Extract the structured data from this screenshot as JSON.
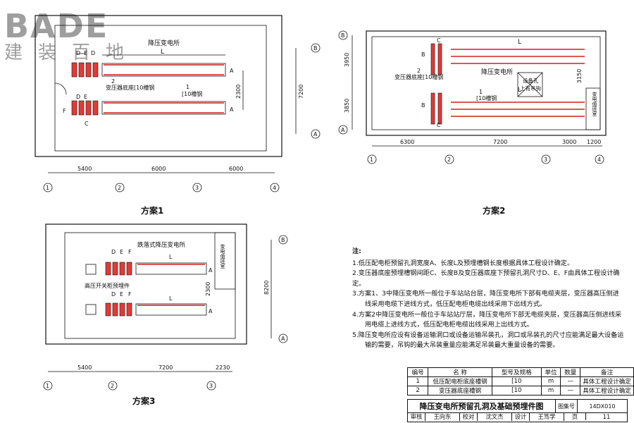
{
  "logo": {
    "brand": "BADE",
    "sub": "建装百地"
  },
  "plan1": {
    "title": "降压变电所",
    "caption": "方案1",
    "dims": [
      "5400",
      "6000",
      "6000"
    ],
    "axes": [
      "1",
      "2",
      "3",
      "4"
    ],
    "row_axes": [
      "B",
      "A"
    ],
    "vdims": [
      "2300",
      "7200"
    ],
    "labels": {
      "L": "L",
      "A": "A",
      "D": "D",
      "E": "E",
      "F": "F",
      "C": "C",
      "callout1_num": "1",
      "callout1_text": "[10槽钢",
      "callout2_num": "2",
      "callout2_text": "变压器底座[10槽钢"
    }
  },
  "plan2": {
    "title": "降压变电所",
    "caption": "方案2",
    "dims": [
      "6300",
      "7200",
      "3000",
      "1200"
    ],
    "axes": [
      "1",
      "2",
      "3",
      "4"
    ],
    "row_axes": [
      "B",
      "A"
    ],
    "vdims": [
      "3950",
      "3850",
      "3150"
    ],
    "equipment": [
      "设备孔",
      "上有吊钩"
    ],
    "side_room": "变电值班室",
    "labels": {
      "L": "L",
      "B": "B",
      "C": "C",
      "callout1_num": "1",
      "callout1_text": "[10槽钢",
      "callout2_num": "2",
      "callout2_text": "变压器底座[10槽钢"
    }
  },
  "plan3": {
    "title": "跌落式降压变电所",
    "caption": "方案3",
    "dims": [
      "5400",
      "7200",
      "2230"
    ],
    "axes": [
      "1",
      "2",
      "3"
    ],
    "row_axes": [
      "B",
      "A"
    ],
    "vdims": [
      "2300",
      "8200"
    ],
    "side_room": "变电值班室",
    "hv_label": "高压开关柜预埋件",
    "labels": {
      "L": "L",
      "A": "A",
      "D": "D",
      "E": "E",
      "F": "F"
    }
  },
  "notes": {
    "title": "注:",
    "items": [
      "1.低压配电柜预留孔洞宽度A、长度L及预埋槽钢长度根据具体工程设计确定。",
      "2.变压器底座预埋槽钢间距C、长度B及变压器底座下预留孔洞尺寸D、E、F由具体工程设计确定。",
      "3.方案1、3中降压变电所一般位于车站站台层，降压变电所下部有电缆夹层，变压器高压侧进",
      "线采用电缆下进线方式，低压配电柜电缆出线采用下出线方式。",
      "4.方案2中降压变电所一般位于车站站厅层，降压变电所下部无电缆夹层，变压器高压侧进线采",
      "用电缆上进线方式，低压配电柜电缆出线采用上出线方式。",
      "5.降压变电所应设有设备运输洞口或设备运输吊装孔，洞口或吊装孔的尺寸应能满足最大设备运",
      "输的需要，吊钩的最大吊装重量应能满足吊装最大重量设备的需要。"
    ]
  },
  "table": {
    "headers": [
      "编号",
      "名    称",
      "型号及规格",
      "单位",
      "数量",
      "备注"
    ],
    "rows": [
      [
        "1",
        "低压配电柜底座槽钢",
        "[10",
        "m",
        "—",
        "具体工程设计确定"
      ],
      [
        "2",
        "变压器底座槽钢",
        "[10",
        "m",
        "—",
        "具体工程设计确定"
      ]
    ],
    "title": "降压变电所预留孔洞及基础预埋件图",
    "atlas_label": "图集号",
    "atlas_no": "14DX010",
    "sign": [
      "审核",
      "王向东",
      "校对",
      "沈文杰",
      "设计",
      "王笃学",
      "页",
      "11"
    ]
  }
}
